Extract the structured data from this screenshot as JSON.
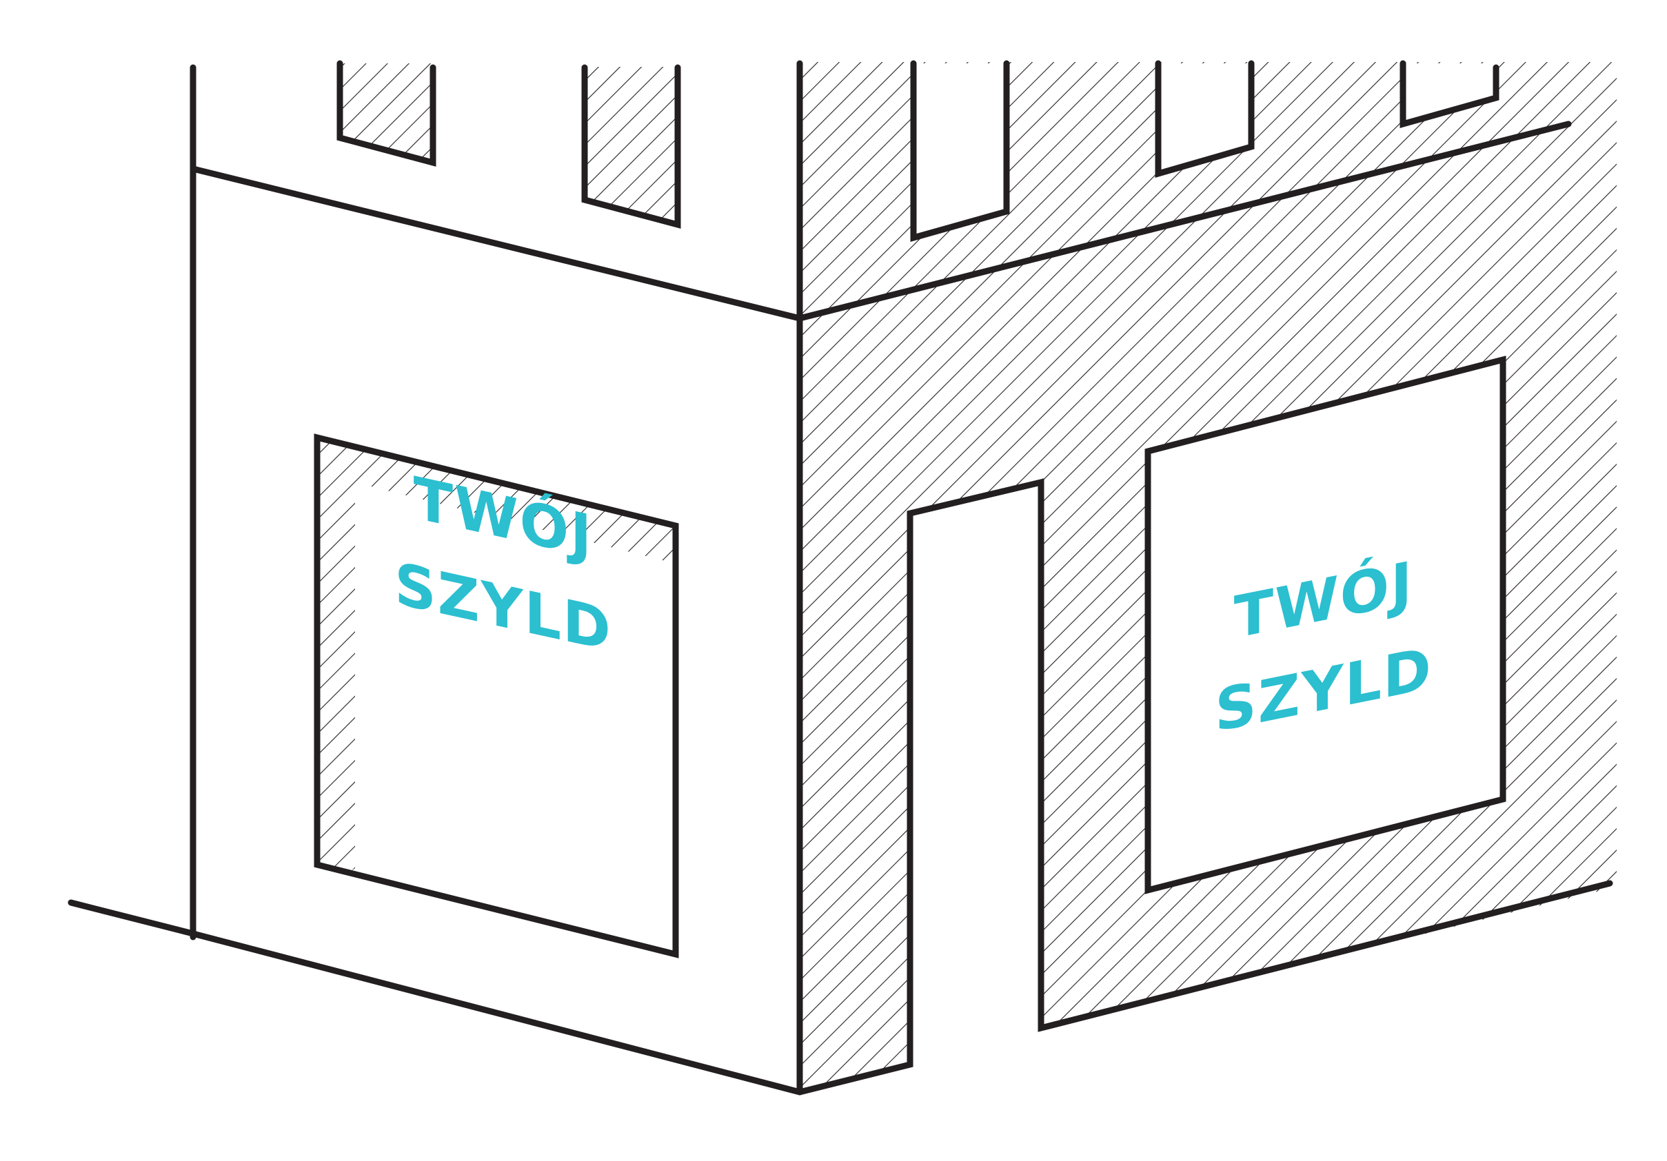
{
  "colors": {
    "line": "#231f20",
    "hatch": "#231f20",
    "sign_text": "#2bbfd0",
    "background": "#ffffff"
  },
  "left_sign": {
    "line1": "TWÓJ",
    "line2": "SZYLD"
  },
  "right_sign": {
    "line1": "TWÓJ",
    "line2": "SZYLD"
  }
}
